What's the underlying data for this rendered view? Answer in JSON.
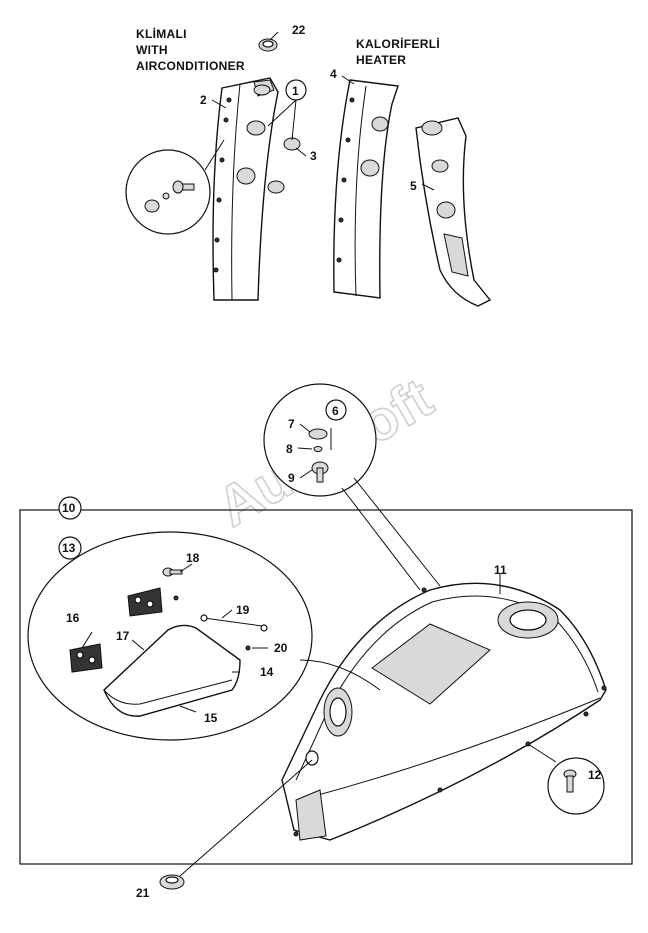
{
  "headers": {
    "ac_line1": "KLİMALI",
    "ac_line2": "WITH",
    "ac_line3": "AIRCONDITIONER",
    "heater_line1": "KALORİFERLİ",
    "heater_line2": "HEATER"
  },
  "watermark": "AutoSoft",
  "callouts": {
    "c1": "1",
    "c2": "2",
    "c3": "3",
    "c4": "4",
    "c5": "5",
    "c6": "6",
    "c7": "7",
    "c8": "8",
    "c9": "9",
    "c10": "10",
    "c11": "11",
    "c12": "12",
    "c13": "13",
    "c14": "14",
    "c15": "15",
    "c16": "16",
    "c17": "17",
    "c18": "18",
    "c19": "19",
    "c20": "20",
    "c21": "21",
    "c22": "22"
  }
}
